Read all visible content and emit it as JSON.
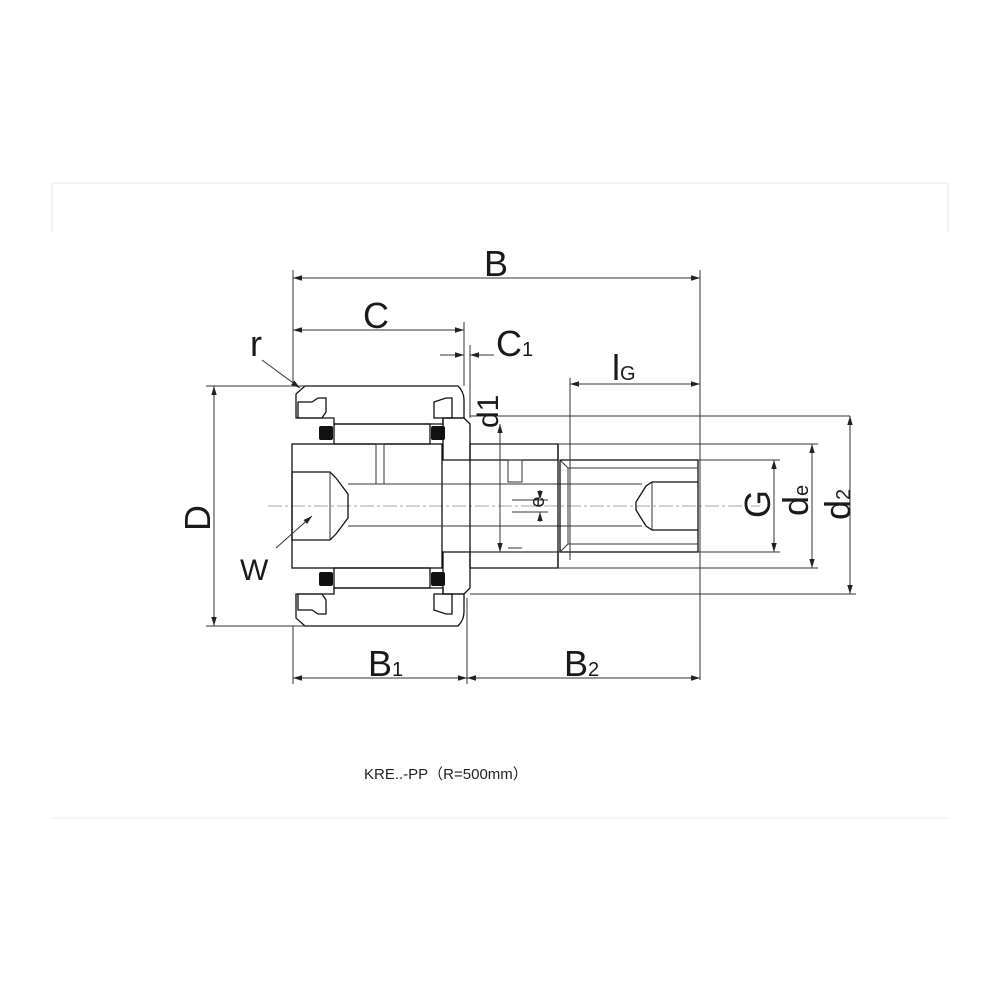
{
  "diagram": {
    "caption": "KRE..-PP（R=500mm）",
    "labels": {
      "B": "B",
      "C": "C",
      "C1_main": "C",
      "C1_sub": "1",
      "r": "r",
      "lG_main": "l",
      "lG_sub": "G",
      "d1": "d1",
      "D": "D",
      "W": "W",
      "e": "e",
      "G": "G",
      "de_main": "d",
      "de_sub": "e",
      "d2_main": "d",
      "d2_sub": "2",
      "B1_main": "B",
      "B1_sub": "1",
      "B2_main": "B",
      "B2_sub": "2"
    }
  }
}
